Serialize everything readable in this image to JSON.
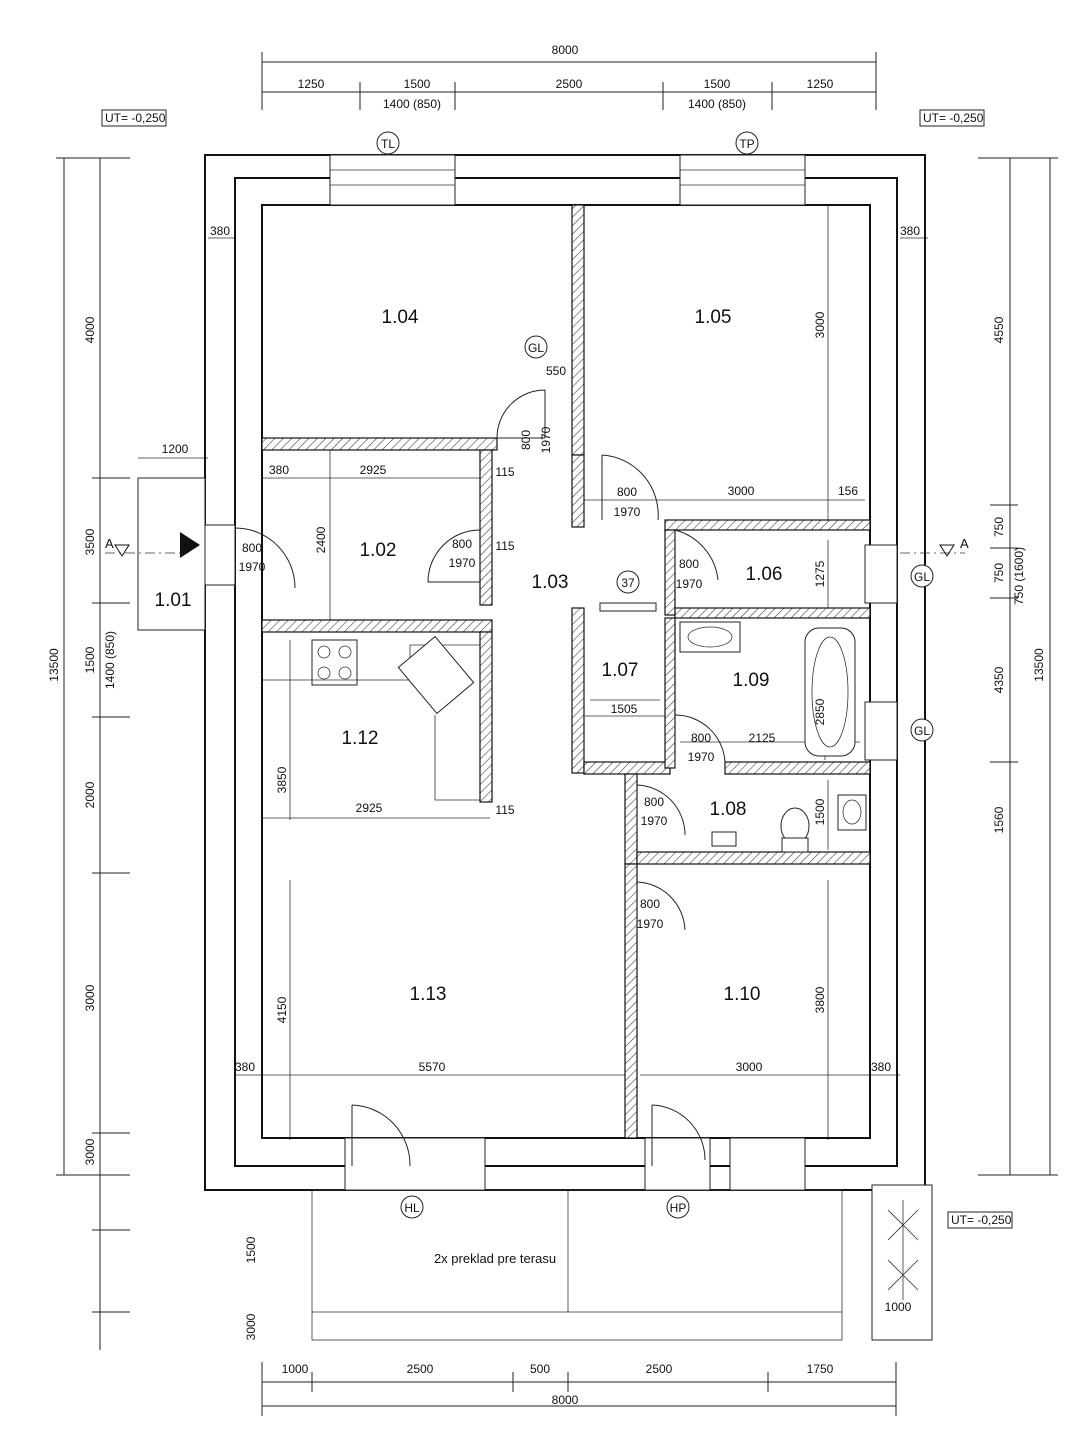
{
  "levels": {
    "top_left": "UT= -0,250",
    "top_right": "UT= -0,250",
    "bottom_right": "UT= -0,250"
  },
  "markers": {
    "tl": "TL",
    "tp": "TP",
    "gl_top": "GL",
    "gl_right_1": "GL",
    "gl_right_2": "GL",
    "hl": "HL",
    "hp": "HP",
    "stair": "37",
    "section_left": "A",
    "section_right": "A"
  },
  "rooms": {
    "r101": "1.01",
    "r102": "1.02",
    "r103": "1.03",
    "r104": "1.04",
    "r105": "1.05",
    "r106": "1.06",
    "r107": "1.07",
    "r108": "1.08",
    "r109": "1.09",
    "r110": "1.10",
    "r112": "1.12",
    "r113": "1.13"
  },
  "note": "2x preklad pre terasu",
  "dims": {
    "top_total": "8000",
    "top_1": "1250",
    "top_2": "1500",
    "top_3": "2500",
    "top_4": "1500",
    "top_5": "1250",
    "top_win_l": "1400 (850)",
    "top_win_r": "1400 (850)",
    "bot_total": "8000",
    "bot_1": "1000",
    "bot_2": "2500",
    "bot_3": "500",
    "bot_4": "2500",
    "bot_5": "1750",
    "left_total": "13500",
    "left_1": "4000",
    "left_2": "3500",
    "left_3": "1500",
    "left_3b": "1400 (850)",
    "left_4": "2000",
    "left_5": "3000",
    "left_6": "3000",
    "left_7": "1500",
    "left_8": "3000",
    "right_total": "13500",
    "right_1": "4550",
    "right_2": "750",
    "right_3": "750",
    "right_3b": "750 (1600)",
    "right_4": "4350",
    "right_5": "1560",
    "d_380_tl": "380",
    "d_380_tr": "380",
    "d_380_bl": "380",
    "d_380_br": "380",
    "d_1200": "1200",
    "d_550": "550",
    "d_102_380": "380",
    "d_102_w": "2925",
    "d_102_h": "2400",
    "d_115_a": "115",
    "d_115_b": "115",
    "d_115_c": "115",
    "d_105_h": "3000",
    "d_105_w": "3000",
    "d_156": "156",
    "d_106_h": "1275",
    "d_107_w": "1505",
    "d_109_w": "2125",
    "d_109_h": "2850",
    "d_108_h": "1500",
    "d_112_h": "3850",
    "d_112_w": "2925",
    "d_113_h": "4150",
    "d_113_w": "5570",
    "d_110_w": "3000",
    "d_110_h": "3800",
    "d_1000": "1000",
    "door_101_w": "800",
    "door_101_h": "1970",
    "door_102_w": "800",
    "door_102_h": "1970",
    "door_104_w": "800",
    "door_104_h": "1970",
    "door_105_w": "800",
    "door_105_h": "1970",
    "door_106_w": "800",
    "door_106_h": "1970",
    "door_109_w": "800",
    "door_109_h": "1970",
    "door_108_w": "800",
    "door_108_h": "1970",
    "door_110_w": "800",
    "door_110_h": "1970"
  }
}
